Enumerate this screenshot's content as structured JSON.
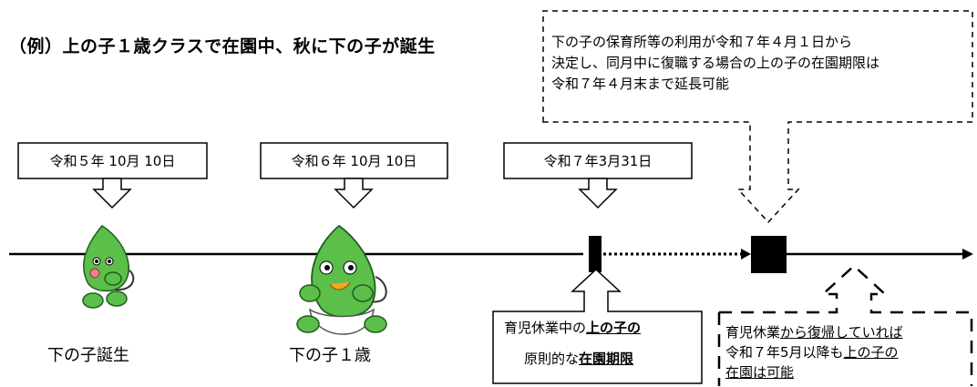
{
  "title": "（例）上の子１歳クラスで在園中、秋に下の子が誕生",
  "top_note": {
    "line1": "下の子の保育所等の利用が令和７年４月１日から",
    "line2": "決定し、同月中に復職する場合の上の子の在園期限は",
    "line3": "令和７年４月末まで延長可能"
  },
  "dates": {
    "d1": "令和５年 10月 10日",
    "d2": "令和６年 10月 10日",
    "d3": "令和７年3月31日"
  },
  "captions": {
    "birth": "下の子誕生",
    "one_year": "下の子１歳"
  },
  "bottom_left_note": {
    "l1_plain": "育児休業中の",
    "l1_emph": "上の子の",
    "l2_plain": "原則的な",
    "l2_emph": "在園期限"
  },
  "bottom_right_note": {
    "l1_plain": "育児休業",
    "l1_u": "から復帰していれば",
    "l2_plain": "令和７年5月以降も",
    "l2_u": "上の子の",
    "l3_u": "在園は可能"
  },
  "colors": {
    "mascot_green": "#5bbf4a",
    "mascot_dark": "#2e8b2e",
    "line": "#000000"
  }
}
